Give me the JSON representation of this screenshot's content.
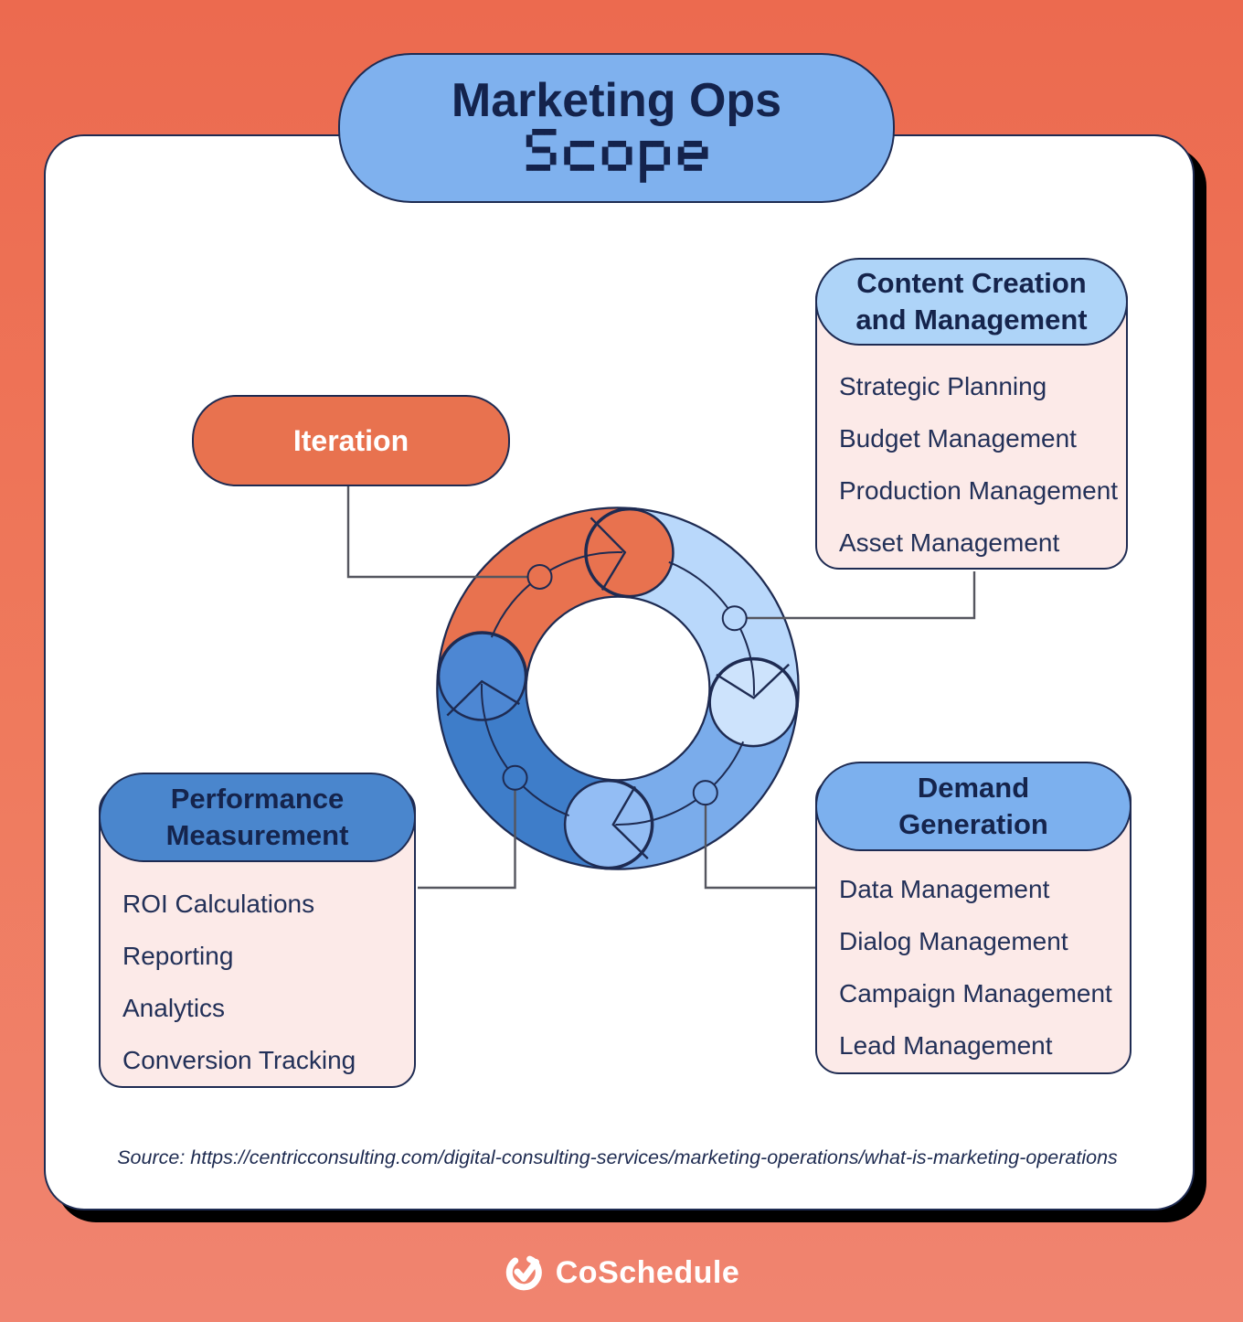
{
  "title": {
    "line1": "Marketing Ops",
    "line2": "Scope"
  },
  "center": {
    "iteration_label": "Iteration"
  },
  "callouts": {
    "content": {
      "header_lines": [
        "Content Creation",
        "and Management"
      ],
      "items": [
        "Strategic Planning",
        "Budget Management",
        "Production Management",
        "Asset Management"
      ]
    },
    "demand": {
      "header_lines": [
        "Demand",
        "Generation"
      ],
      "items": [
        "Data Management",
        "Dialog Management",
        "Campaign Management",
        "Lead Management"
      ]
    },
    "performance": {
      "header_lines": [
        "Performance",
        "Measurement"
      ],
      "items": [
        "ROI Calculations",
        "Reporting",
        "Analytics",
        "Conversion Tracking"
      ]
    }
  },
  "cycle": {
    "segments": [
      {
        "name": "iteration",
        "color": "#e8724f",
        "cap_color": "#e8724f"
      },
      {
        "name": "content-creation",
        "color": "#b9d8fb",
        "cap_color": "#cde3fc"
      },
      {
        "name": "demand-generation",
        "color": "#7aaceb",
        "cap_color": "#93bdf4"
      },
      {
        "name": "performance-measurement",
        "color": "#3e7dc9",
        "cap_color": "#4d87d3"
      }
    ]
  },
  "source": {
    "text": "Source: https://centricconsulting.com/digital-consulting-services/marketing-operations/what-is-marketing-operations"
  },
  "footer": {
    "brand": "CoSchedule"
  },
  "colors": {
    "background_top": "#ec6a4f",
    "background_bottom": "#f08470",
    "card": "#ffffff",
    "outline_navy": "#1e2b52",
    "title_pill": "#7fb1ee",
    "content_header": "#aed4f8",
    "demand_header": "#7cb0ee",
    "performance_header": "#4a86cd",
    "iteration_pill": "#e8724f",
    "box_body": "#fceae8",
    "text_navy": "#223058",
    "connector_gray": "#55565f",
    "logo_white": "#ffffff"
  }
}
